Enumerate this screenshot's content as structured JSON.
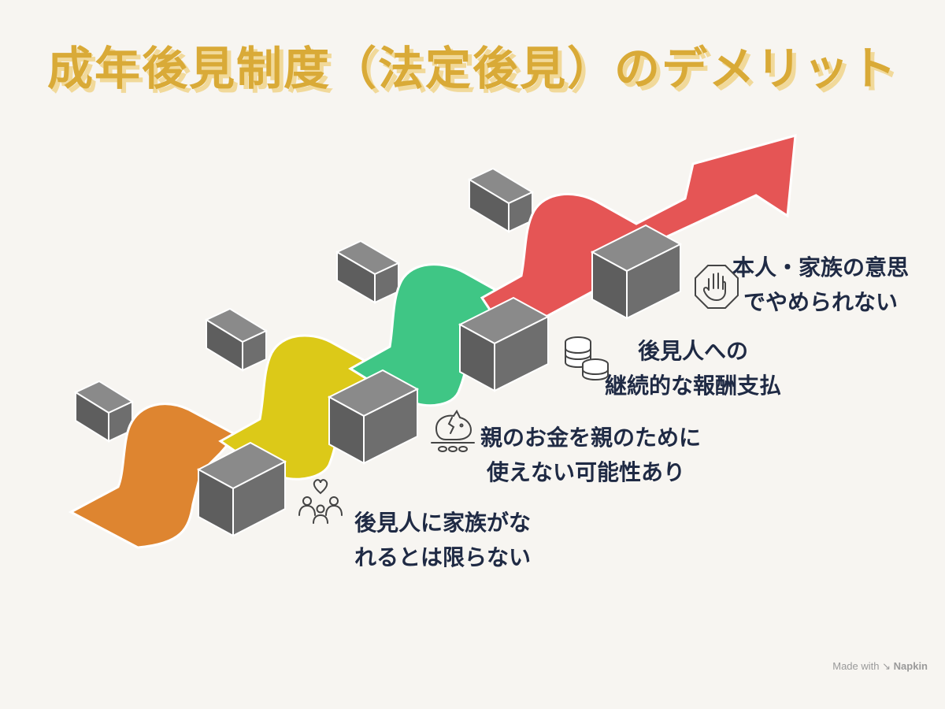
{
  "title": "成年後見制度（法定後見）のデメリット",
  "colors": {
    "title": "#d9aa37",
    "orange": "#de8530",
    "yellow": "#dcc918",
    "green": "#3fc685",
    "red": "#e55555",
    "barrier": "#6b6b6b",
    "text": "#1f2a44"
  },
  "steps": [
    {
      "icon": "family-heart-icon",
      "lines": [
        "後見人に家族がな",
        "れるとは限らない"
      ]
    },
    {
      "icon": "broken-piggy-bank-icon",
      "lines": [
        "親のお金を親のために",
        "使えない可能性あり"
      ]
    },
    {
      "icon": "coin-stack-icon",
      "lines": [
        "後見人への",
        "継続的な報酬支払"
      ]
    },
    {
      "icon": "stop-hand-icon",
      "lines": [
        "本人・家族の意思",
        "でやめられない"
      ]
    }
  ],
  "watermark": {
    "prefix": "Made with",
    "brand": "Napkin"
  }
}
